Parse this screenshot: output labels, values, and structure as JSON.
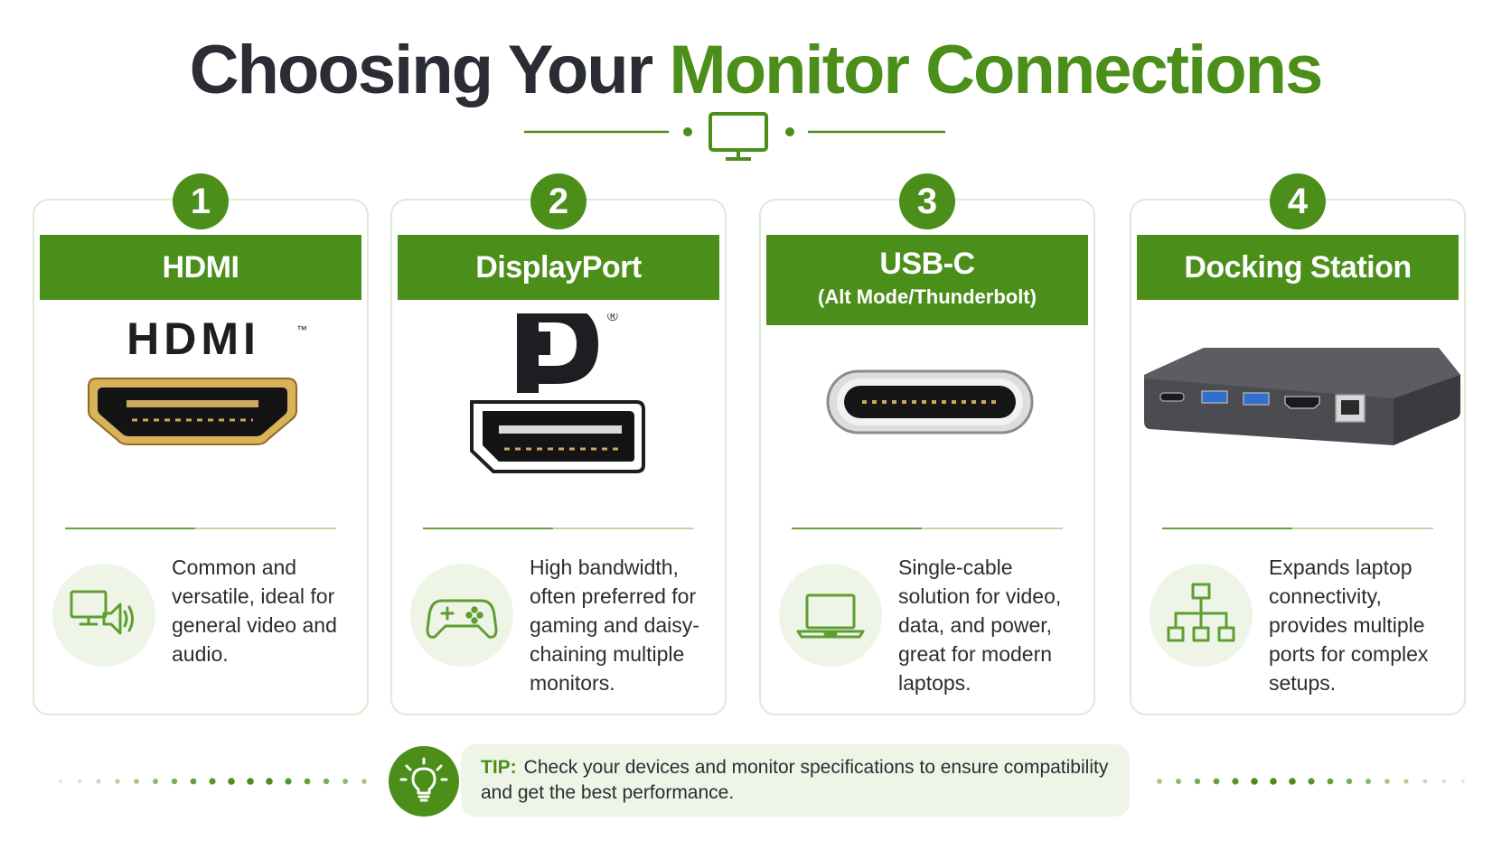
{
  "title": {
    "part1": "Choosing Your",
    "part2": "Monitor Connections"
  },
  "colors": {
    "brand_green": "#4b8f1a",
    "light_green": "#eef5e7",
    "text_dark": "#2a2d33"
  },
  "header_icon": "monitor-icon",
  "cards": [
    {
      "number": "1",
      "title": "HDMI",
      "subtitle": "",
      "logo_text": "HDMI",
      "logo_tm": "™",
      "feature_icon": "monitor-speaker-icon",
      "description": "Common and versatile, ideal for general video and audio."
    },
    {
      "number": "2",
      "title": "DisplayPort",
      "subtitle": "",
      "logo_mark": "®",
      "feature_icon": "gamepad-icon",
      "description": "High bandwidth, often preferred for gaming and daisy-chaining multiple monitors."
    },
    {
      "number": "3",
      "title": "USB-C",
      "subtitle": "(Alt Mode/Thunderbolt)",
      "feature_icon": "laptop-icon",
      "description": "Single-cable solution for video, data, and power, great for modern laptops."
    },
    {
      "number": "4",
      "title": "Docking Station",
      "subtitle": "",
      "feature_icon": "network-hierarchy-icon",
      "description": "Expands laptop connectivity, provides multiple ports for complex setups."
    }
  ],
  "tip": {
    "icon": "lightbulb-icon",
    "label": "TIP:",
    "text": "Check your devices and monitor specifications to ensure compatibility and get the best performance."
  }
}
